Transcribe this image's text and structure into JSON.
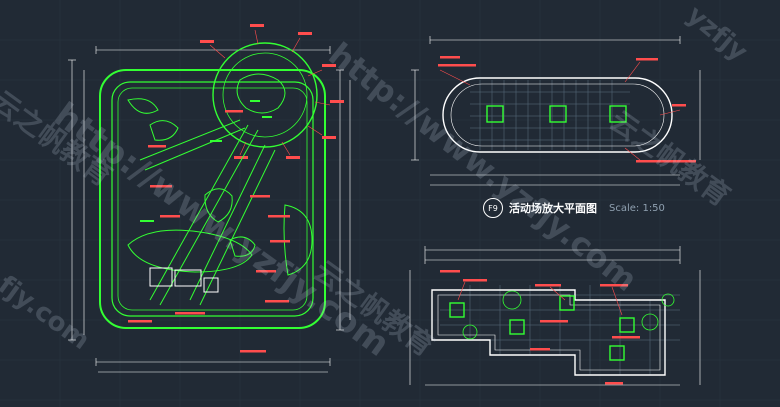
{
  "drawing": {
    "badge": "F9",
    "title": "活动场放大平面图",
    "scale": "Scale: 1:50"
  },
  "watermarks": {
    "url": "http://www.yzfjy.com",
    "brand": "云之帆教育",
    "short_url": "fjy.com",
    "corner": "yzfjy"
  },
  "colors": {
    "background": "#212a35",
    "linework": "#33ff33",
    "annotation": "#ff4d4d",
    "dimension": "#ffffff",
    "hatch": "#5c7080"
  }
}
